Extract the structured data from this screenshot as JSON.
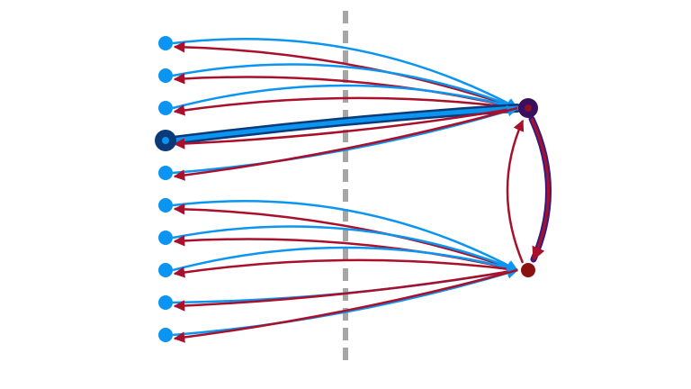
{
  "colors": {
    "background": "#ffffff",
    "divider": "#a6a6a6",
    "left_node": "#0b95f0",
    "highlight_node_ring": "#0a3a7a",
    "hub_top_ring": "#3a0f5e",
    "hub_top_core": "#8b1028",
    "hub_bottom": "#8b1010",
    "edge_outgoing": "#0b95f0",
    "edge_incoming": "#a8102c",
    "edge_highlight_outline": "#0a3a7a",
    "edge_hub_outline": "#3a1a7a"
  },
  "diagram": {
    "left_nodes": [
      {
        "id": "L1",
        "hub": "top"
      },
      {
        "id": "L2",
        "hub": "top"
      },
      {
        "id": "L3",
        "hub": "top"
      },
      {
        "id": "L4",
        "hub": "top",
        "highlighted": true
      },
      {
        "id": "L5",
        "hub": "top"
      },
      {
        "id": "L6",
        "hub": "bottom"
      },
      {
        "id": "L7",
        "hub": "bottom"
      },
      {
        "id": "L8",
        "hub": "bottom"
      },
      {
        "id": "L9",
        "hub": "bottom"
      },
      {
        "id": "L10",
        "hub": "bottom"
      }
    ],
    "hubs": [
      {
        "id": "top",
        "highlighted": true
      },
      {
        "id": "bottom"
      }
    ],
    "hub_links": [
      {
        "from": "top",
        "to": "bottom",
        "highlighted": true
      },
      {
        "from": "bottom",
        "to": "top"
      }
    ]
  }
}
